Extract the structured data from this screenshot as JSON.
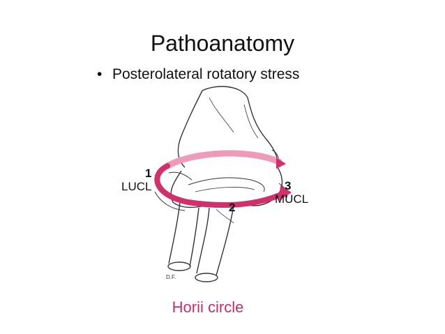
{
  "slide": {
    "title": "Pathoanatomy",
    "bullets": [
      {
        "text": "Posterolateral rotatory stress"
      }
    ],
    "figure": {
      "labels": {
        "l1": "1",
        "lucl": "LUCL",
        "l2": "2",
        "l3": "3",
        "mucl": "MUCL",
        "initials": "D.F."
      }
    },
    "caption": "Horii circle",
    "colors": {
      "text": "#111111",
      "caption": "#c42f6a",
      "arrow": "#d1306a",
      "arrow_light": "#ef9bb8",
      "line_art": "#333333"
    }
  }
}
